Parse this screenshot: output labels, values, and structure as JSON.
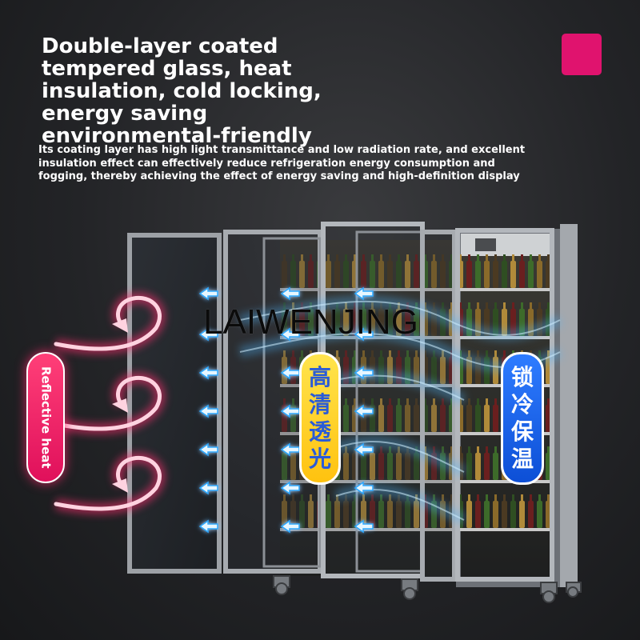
{
  "headline": "Double-layer coated tempered glass, heat insulation, cold locking, energy saving environmental-friendly",
  "description": "Its coating layer has high light transmittance and low radiation rate, and excellent insulation effect can effectively reduce refrigeration energy consumption and fogging, thereby achieving the effect of energy saving and high-definition display",
  "watermark": "LAIWENJING",
  "labels": {
    "reflective": "Reflective heat",
    "clear": [
      "高",
      "清",
      "透",
      "光"
    ],
    "lock": [
      "锁",
      "冷",
      "保",
      "温"
    ]
  },
  "colors": {
    "accent": "#e0136e",
    "heat": "#ff2d6f",
    "cold": "#2aa8ff",
    "yellow": "#ffd42a",
    "blue": "#1565e8"
  }
}
